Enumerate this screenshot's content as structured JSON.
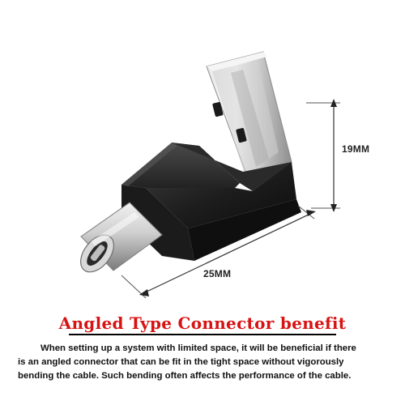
{
  "product": {
    "name_icon": "angled-usb-a-to-usb-c-adapter-image"
  },
  "dimensions": {
    "height_label": "19MM",
    "width_label": "25MM"
  },
  "headline": {
    "text": "Angled Type Connector benefit",
    "color": "#d71313"
  },
  "body": {
    "lines": [
      "When setting up a system with limited space, it will be beneficial if there",
      "is an angled connector that can be fit in the tight space without vigorously",
      "bending the cable. Such bending often affects the performance of the cable."
    ]
  },
  "colors": {
    "adapter_body": "#1c1c1c",
    "metal": "#c9c9c9",
    "accent_text": "#d71313"
  }
}
